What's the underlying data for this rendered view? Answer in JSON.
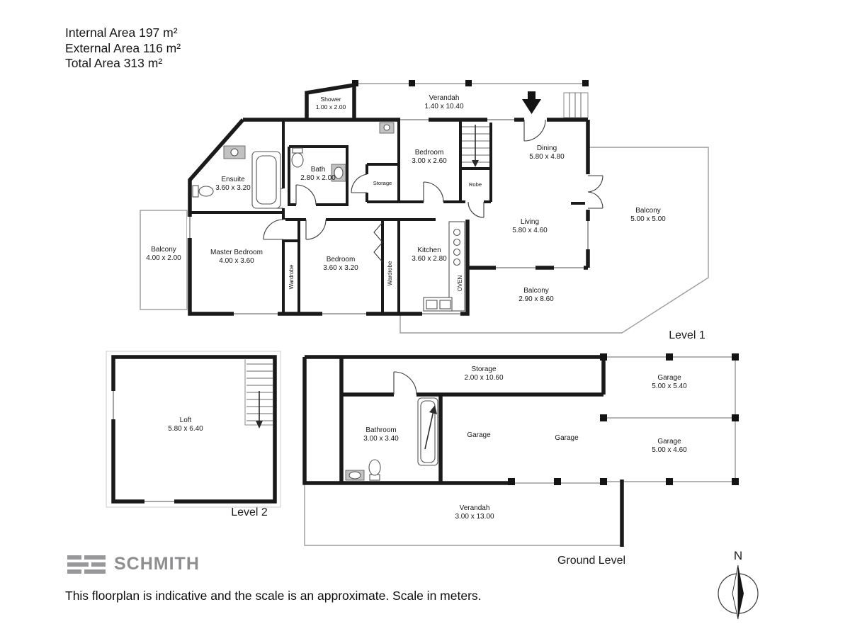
{
  "header": {
    "internal_area": "Internal Area 197 m²",
    "external_area": "External Area 116 m²",
    "total_area": "Total Area 313 m²"
  },
  "levels": {
    "level1": {
      "caption": "Level 1"
    },
    "level2": {
      "caption": "Level 2"
    },
    "ground": {
      "caption": "Ground Level"
    }
  },
  "level1": {
    "rooms": {
      "verandah": {
        "name": "Verandah",
        "dims": "1.40 x 10.40"
      },
      "shower": {
        "name": "Shower",
        "dims": "1.00 x 2.00"
      },
      "bedroom_top": {
        "name": "Bedroom",
        "dims": "3.00 x 2.60"
      },
      "dining": {
        "name": "Dining",
        "dims": "5.80 x 4.80"
      },
      "ensuite": {
        "name": "Ensuite",
        "dims": "3.60 x 3.20"
      },
      "bath": {
        "name": "Bath",
        "dims": "2.80 x 2.00"
      },
      "storage": {
        "name": "Storage"
      },
      "robe": {
        "name": "Robe"
      },
      "living": {
        "name": "Living",
        "dims": "5.80 x 4.60"
      },
      "balcony_right": {
        "name": "Balcony",
        "dims": "5.00 x 5.00"
      },
      "balcony_left": {
        "name": "Balcony",
        "dims": "4.00 x 2.00"
      },
      "master_bedroom": {
        "name": "Master Bedroom",
        "dims": "4.00 x 3.60"
      },
      "bedroom_mid": {
        "name": "Bedroom",
        "dims": "3.60 x 3.20"
      },
      "wardrobe_left": {
        "name": "Wardrobe"
      },
      "wardrobe_right": {
        "name": "Wardrobe"
      },
      "kitchen": {
        "name": "Kitchen",
        "dims": "3.60 x 2.80"
      },
      "oven": {
        "name": "OVEN"
      },
      "balcony_bottom": {
        "name": "Balcony",
        "dims": "2.90 x 8.60"
      }
    }
  },
  "level2": {
    "rooms": {
      "loft": {
        "name": "Loft",
        "dims": "5.80 x 6.40"
      }
    }
  },
  "ground": {
    "rooms": {
      "storage": {
        "name": "Storage",
        "dims": "2.00 x 10.60"
      },
      "garage_top_right": {
        "name": "Garage",
        "dims": "5.00 x 5.40"
      },
      "bathroom": {
        "name": "Bathroom",
        "dims": "3.00 x 3.40"
      },
      "garage_a": {
        "name": "Garage"
      },
      "garage_b": {
        "name": "Garage"
      },
      "garage_bottom_right": {
        "name": "Garage",
        "dims": "5.00 x 4.60"
      },
      "verandah": {
        "name": "Verandah",
        "dims": "3.00 x 13.00"
      }
    }
  },
  "compass": {
    "north": "N"
  },
  "footer": {
    "brand": "SCHMITH",
    "disclaimer": "This floorplan is indicative and the scale is an approximate. Scale in meters."
  },
  "colors": {
    "wall": "#1a1a1a",
    "outdoor": "#9b9b9b",
    "brand": "#8e8e90"
  }
}
